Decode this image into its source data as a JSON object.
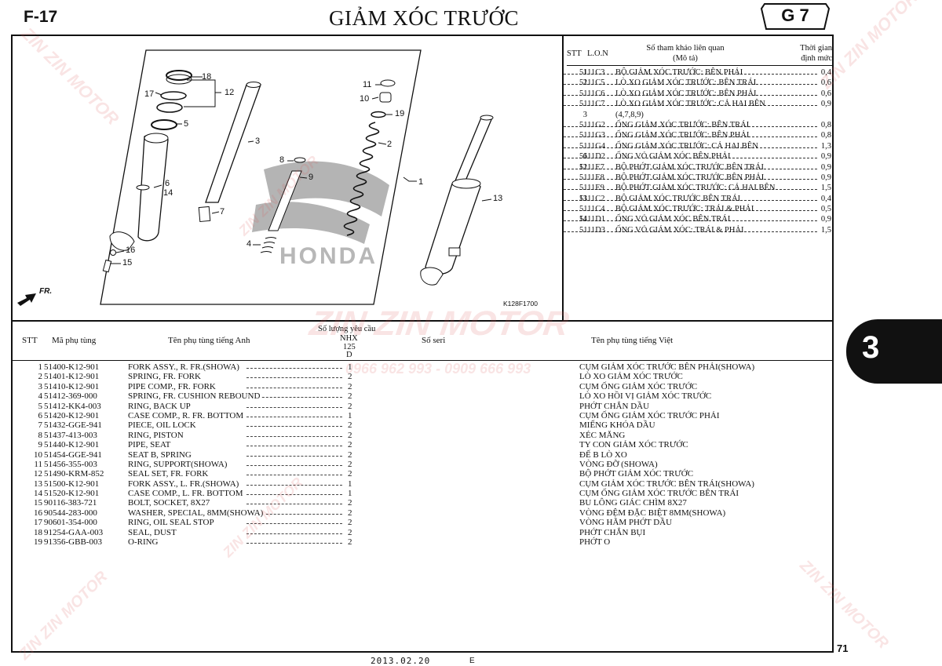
{
  "header": {
    "code": "F-17",
    "title": "GIẢM XÓC TRƯỚC",
    "group": "G 7"
  },
  "diagram": {
    "callouts": [
      "18",
      "17",
      "12",
      "5",
      "3",
      "6",
      "14",
      "7",
      "16",
      "15",
      "8",
      "9",
      "4",
      "11",
      "10",
      "19",
      "2",
      "1",
      "13"
    ],
    "front_arrow": "FR.",
    "ref_code": "K128F1700",
    "logo_text": "HONDA"
  },
  "ref_table": {
    "head_stt": "STT",
    "head_lon": "L.O.N",
    "head_desc": "Số tham khảo liên quan",
    "head_desc2": "(Mô tả)",
    "head_time": "Thời gian",
    "head_time2": "định mức",
    "rows": [
      {
        "stt": "1",
        "code": "5111C3",
        "desc": "BỘ GIẢM XÓC TRƯỚC: BÊN PHẢI",
        "time": "0,4"
      },
      {
        "stt": "2",
        "code": "5111C5",
        "desc": "LÒ XO GIẢM XÓC TRƯỚC: BÊN TRÁI",
        "time": "0,6"
      },
      {
        "stt": "",
        "code": "5111C6",
        "desc": "LÒ XO GIẢM XÓC TRƯỚC: BÊN PHẢI",
        "time": "0,6"
      },
      {
        "stt": "",
        "code": "5111C7",
        "desc": "LÒ XO GIẢM XÓC TRƯỚC: CẢ HAI BÊN",
        "time": "0,9"
      },
      {
        "stt": "3",
        "code": "",
        "desc": "(4,7,8,9)",
        "time": ""
      },
      {
        "stt": "",
        "code": "5111G2",
        "desc": "ỐNG GIẢM XÓC TRƯỚC: BÊN TRÁI",
        "time": "0,8"
      },
      {
        "stt": "",
        "code": "5111G3",
        "desc": "ỐNG GIẢM XÓC TRƯỚC: BÊN PHẢI",
        "time": "0,8"
      },
      {
        "stt": "",
        "code": "5111G4",
        "desc": "ỐNG GIẢM XÓC TRƯỚC: CẢ HAI BÊN",
        "time": "1,3"
      },
      {
        "stt": "6",
        "code": "5111D2",
        "desc": "ỐNG VỎ GIẢM XÓC BÊN PHẢI",
        "time": "0,9"
      },
      {
        "stt": "12",
        "code": "5111E7",
        "desc": "BỘ PHỚT GIẢM XÓC TRƯỚC BÊN TRÁI",
        "time": "0,9"
      },
      {
        "stt": "",
        "code": "5111E8",
        "desc": "BỘ PHỚT GIẢM XÓC TRƯỚC BÊN PHẢI",
        "time": "0,9"
      },
      {
        "stt": "",
        "code": "5111E9",
        "desc": "BỘ PHỚT GIẢM XÓC TRƯỚC: CẢ HAI BÊN",
        "time": "1,5"
      },
      {
        "stt": "13",
        "code": "5111C2",
        "desc": "BỘ GIẢM XÓC TRƯỚC BÊN TRÁI",
        "time": "0,4"
      },
      {
        "stt": "",
        "code": "5111C4",
        "desc": "BỘ GIẢM XÓC TRƯỚC: TRÁI & PHẢI",
        "time": "0,5"
      },
      {
        "stt": "14",
        "code": "5111D1",
        "desc": "ỐNG VỎ GIẢM XÓC BÊN TRÁI",
        "time": "0,9"
      },
      {
        "stt": "",
        "code": "5111D3",
        "desc": "ỐNG VỎ GIẢM XÓC: TRÁI & PHẢI",
        "time": "1,5"
      }
    ]
  },
  "parts_table": {
    "head_stt": "STT",
    "head_part": "Mã phụ tùng",
    "head_en": "Tên phụ tùng tiếng Anh",
    "head_qty": "Số lượng yêu cầu",
    "head_qty_model": "NHX",
    "head_qty_cc": "125",
    "head_qty_type": "D",
    "head_serial": "Số seri",
    "head_vn": "Tên phụ tùng tiếng Việt",
    "groups": [
      [
        {
          "stt": "1",
          "part": "51400-K12-901",
          "en": "FORK ASSY., R. FR.(SHOWA)",
          "qty": "1",
          "vn": "CỤM GIẢM XÓC TRƯỚC BÊN PHẢI(SHOWA)"
        },
        {
          "stt": "2",
          "part": "51401-K12-901",
          "en": "SPRING, FR. FORK",
          "qty": "2",
          "vn": "LÒ XO GIẢM XÓC TRƯỚC"
        },
        {
          "stt": "3",
          "part": "51410-K12-901",
          "en": "PIPE COMP., FR. FORK",
          "qty": "2",
          "vn": "CỤM ỐNG GIẢM XÓC TRƯỚC"
        },
        {
          "stt": "4",
          "part": "51412-369-000",
          "en": "SPRING, FR. CUSHION REBOUND",
          "qty": "2",
          "vn": "LÒ XO HỒI VỊ GIẢM XÓC TRƯỚC"
        },
        {
          "stt": "5",
          "part": "51412-KK4-003",
          "en": "RING, BACK UP",
          "qty": "2",
          "vn": "PHỚT CHẮN DẦU"
        }
      ],
      [
        {
          "stt": "6",
          "part": "51420-K12-901",
          "en": "CASE COMP., R. FR. BOTTOM",
          "qty": "1",
          "vn": "CỤM ỐNG GIẢM XÓC TRƯỚC PHẢI"
        },
        {
          "stt": "7",
          "part": "51432-GGE-941",
          "en": "PIECE, OIL LOCK",
          "qty": "2",
          "vn": "MIẾNG KHÓA DẦU"
        },
        {
          "stt": "8",
          "part": "51437-413-003",
          "en": "RING, PISTON",
          "qty": "2",
          "vn": "XÉC MĂNG"
        },
        {
          "stt": "9",
          "part": "51440-K12-901",
          "en": "PIPE, SEAT",
          "qty": "2",
          "vn": "TY CON GIẢM XÓC TRƯỚC"
        },
        {
          "stt": "10",
          "part": "51454-GGE-941",
          "en": "SEAT B, SPRING",
          "qty": "2",
          "vn": "ĐẾ B LÒ XO"
        }
      ],
      [
        {
          "stt": "11",
          "part": "51456-355-003",
          "en": "RING, SUPPORT(SHOWA)",
          "qty": "2",
          "vn": "VÒNG ĐỠ (SHOWA)"
        },
        {
          "stt": "12",
          "part": "51490-KRM-852",
          "en": "SEAL SET, FR. FORK",
          "qty": "2",
          "vn": "BỘ PHỚT GIẢM XÓC TRƯỚC"
        },
        {
          "stt": "13",
          "part": "51500-K12-901",
          "en": "FORK ASSY., L. FR.(SHOWA)",
          "qty": "1",
          "vn": "CỤM GIẢM XÓC TRƯỚC BÊN TRÁI(SHOWA)"
        },
        {
          "stt": "14",
          "part": "51520-K12-901",
          "en": "CASE COMP., L. FR. BOTTOM",
          "qty": "1",
          "vn": "CỤM ỐNG GIẢM XÓC TRƯỚC BÊN TRÁI"
        },
        {
          "stt": "15",
          "part": "90116-383-721",
          "en": "BOLT, SOCKET, 8X27",
          "qty": "2",
          "vn": "BU LÔNG GIÁC CHÌM 8X27"
        }
      ],
      [
        {
          "stt": "16",
          "part": "90544-283-000",
          "en": "WASHER, SPECIAL, 8MM(SHOWA)",
          "qty": "2",
          "vn": "VÒNG ĐỆM ĐẶC BIỆT 8MM(SHOWA)"
        },
        {
          "stt": "17",
          "part": "90601-354-000",
          "en": "RING, OIL SEAL STOP",
          "qty": "2",
          "vn": "VÒNG HÃM PHỚT DẦU"
        },
        {
          "stt": "18",
          "part": "91254-GAA-003",
          "en": "SEAL, DUST",
          "qty": "2",
          "vn": "PHỚT CHẮN BỤI"
        },
        {
          "stt": "19",
          "part": "91356-GBB-003",
          "en": "O-RING",
          "qty": "2",
          "vn": "PHỚT O"
        }
      ]
    ]
  },
  "side_tab": {
    "label": "3"
  },
  "footer": {
    "date": "2013.02.20",
    "edition": "E",
    "page": "71"
  },
  "watermark": {
    "brand": "ZIN ZIN MOTOR",
    "phone": "0966 962 993 - 0909 666 993",
    "color": "#dc5a5a"
  }
}
